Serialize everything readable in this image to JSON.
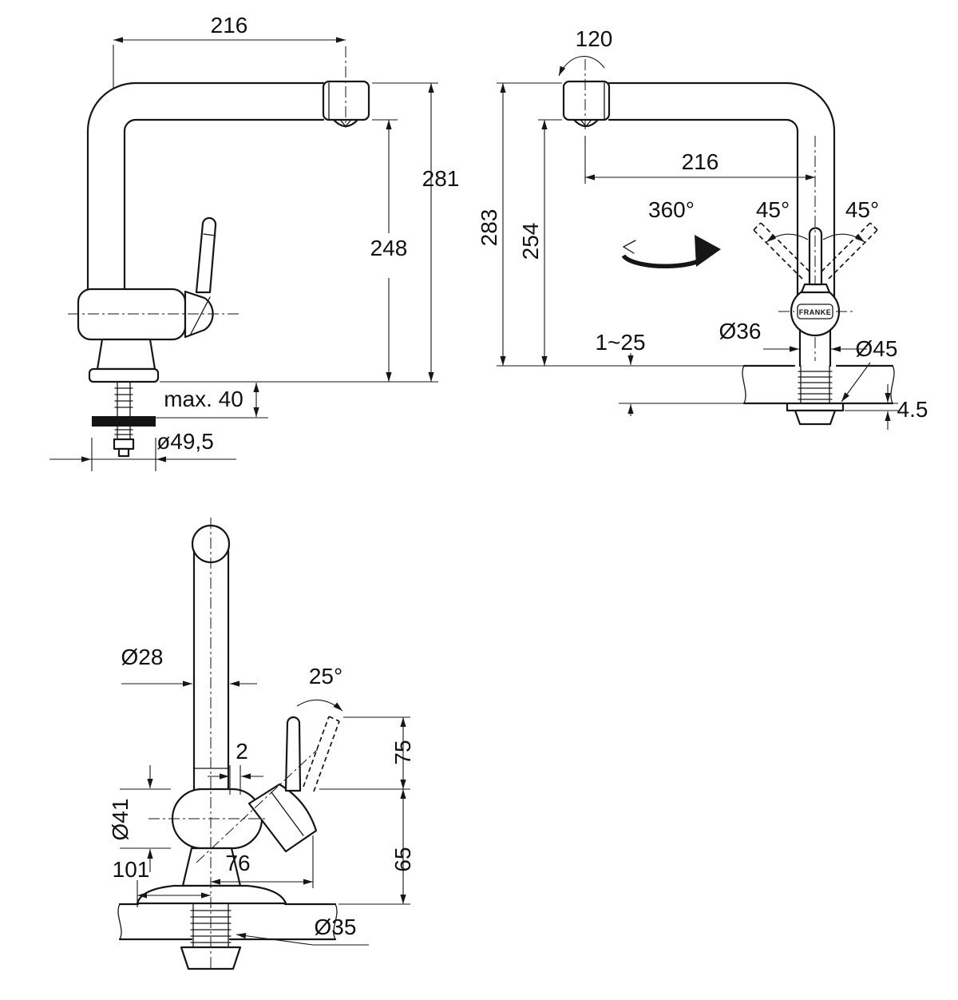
{
  "drawing": {
    "background": "#ffffff",
    "line_color": "#161616",
    "brand": "FRANKE"
  },
  "view_side": {
    "reach_216": "216",
    "height_281": "281",
    "height_248": "248",
    "max_40": "max. 40",
    "dia_49_5": "ø49,5"
  },
  "view_rear": {
    "swivel_120": "120",
    "reach_216": "216",
    "height_283": "283",
    "height_254": "254",
    "rot_360": "360°",
    "angle_45_left": "45°",
    "angle_45_right": "45°",
    "dia_36": "Ø36",
    "dia_45": "Ø45",
    "clamp_1_25": "1~25",
    "thickness_4_5": "4.5",
    "brand": "FRANKE"
  },
  "view_front": {
    "dia_28": "Ø28",
    "angle_25": "25°",
    "gap_2": "2",
    "dim_75": "75",
    "dim_65": "65",
    "dia_41": "Ø41",
    "dim_101": "101",
    "dim_76": "76",
    "dia_35": "Ø35"
  }
}
